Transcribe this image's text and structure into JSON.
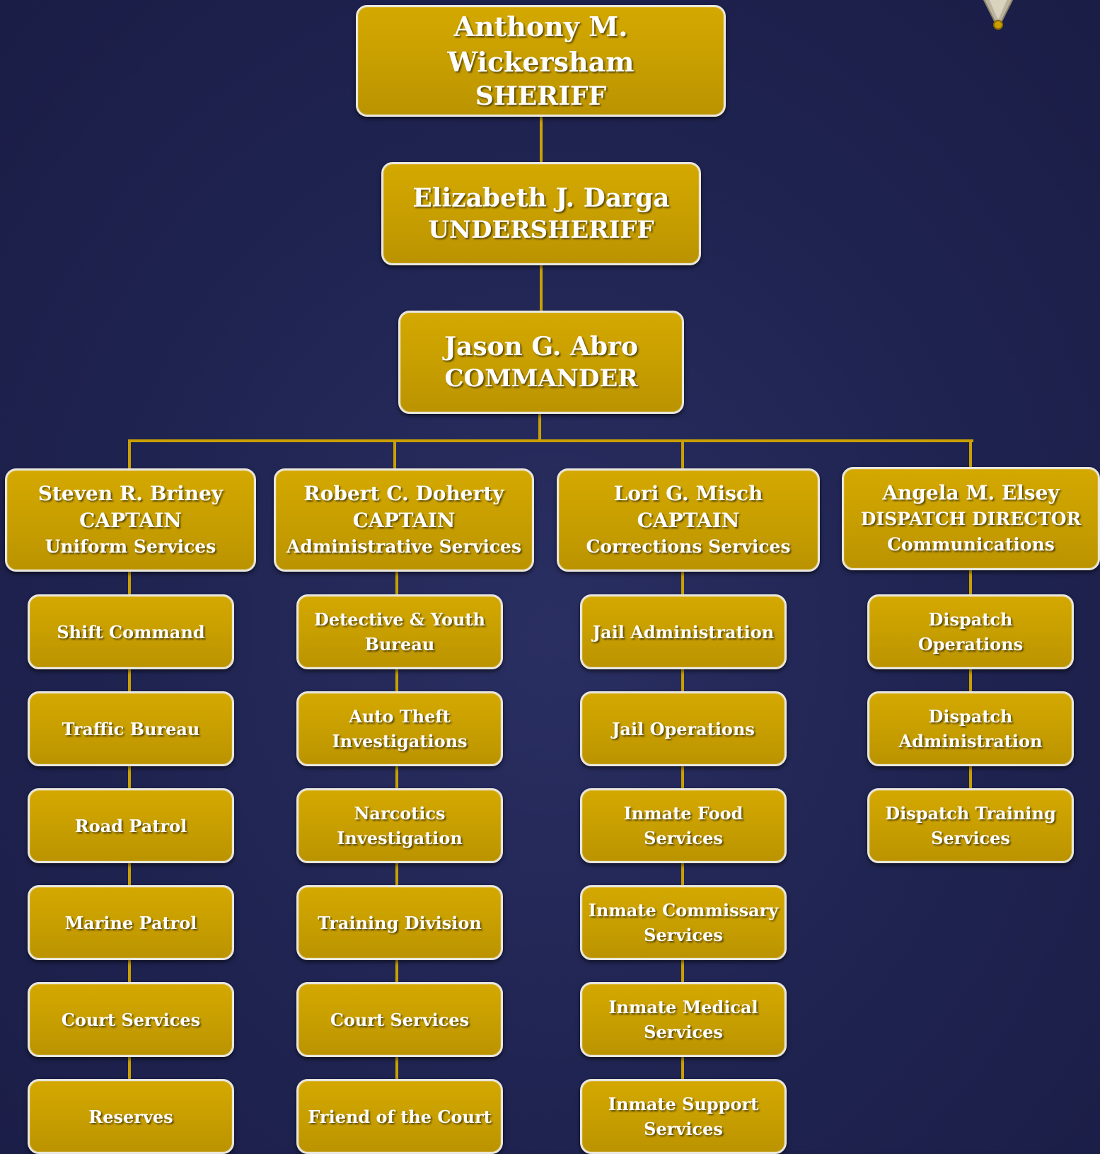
{
  "leaders": {
    "sheriff": {
      "name": "Anthony M. Wickersham",
      "title": "SHERIFF"
    },
    "undersheriff": {
      "name": "Elizabeth J. Darga",
      "title": "UNDERSHERIFF"
    },
    "commander": {
      "name": "Jason G. Abro",
      "title": "COMMANDER"
    }
  },
  "divisions": [
    {
      "name": "Steven R. Briney",
      "title": "CAPTAIN",
      "unit": "Uniform Services",
      "children": [
        "Shift Command",
        "Traffic Bureau",
        "Road Patrol",
        "Marine Patrol",
        "Court Services",
        "Reserves"
      ]
    },
    {
      "name": "Robert C. Doherty",
      "title": "CAPTAIN",
      "unit": "Administrative Services",
      "children": [
        "Detective & Youth Bureau",
        "Auto Theft Investigations",
        "Narcotics Investigation",
        "Training Division",
        "Court Services",
        "Friend of the Court"
      ]
    },
    {
      "name": "Lori G. Misch",
      "title": "CAPTAIN",
      "unit": "Corrections Services",
      "children": [
        "Jail Administration",
        "Jail Operations",
        "Inmate Food Services",
        "Inmate Commissary Services",
        "Inmate Medical Services",
        "Inmate Support Services"
      ]
    },
    {
      "name": "Angela M. Elsey",
      "title": "DISPATCH DIRECTOR",
      "unit": "Communications",
      "children": [
        "Dispatch Operations",
        "Dispatch Administration",
        "Dispatch Training Services"
      ]
    }
  ]
}
